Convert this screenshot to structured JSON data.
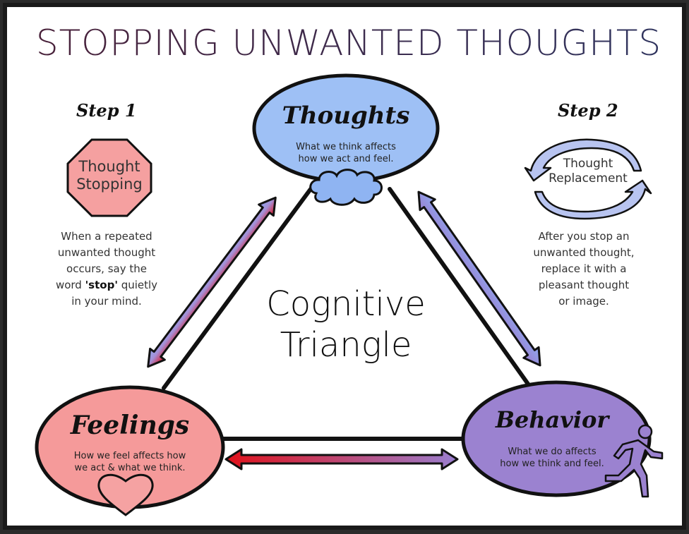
{
  "title": "STOPPING UNWANTED THOUGHTS",
  "step1": {
    "heading": "Step 1",
    "sign_line1": "Thought",
    "sign_line2": "Stopping",
    "text_line1": "When a repeated",
    "text_line2": "unwanted thought",
    "text_line3": "occurs, say the",
    "text_pre": "word ",
    "text_bold": "'stop'",
    "text_post": " quietly",
    "text_line5": "in your mind."
  },
  "step2": {
    "heading": "Step 2",
    "cycle_line1": "Thought",
    "cycle_line2": "Replacement",
    "text_line1": "After you stop an",
    "text_line2": "unwanted thought,",
    "text_line3": "replace it with a",
    "text_line4": "pleasant thought",
    "text_line5": "or image."
  },
  "center": {
    "line1": "Cognitive",
    "line2": "Triangle"
  },
  "thoughts": {
    "title": "Thoughts",
    "desc_line1": "What we think affects",
    "desc_line2": "how we act and feel."
  },
  "feelings": {
    "title": "Feelings",
    "desc_line1": "How we feel affects how",
    "desc_line2": "we act & what we think."
  },
  "behavior": {
    "title": "Behavior",
    "desc_line1": "What we do affects",
    "desc_line2": "how we think and feel."
  },
  "colors": {
    "thoughts_fill": "#9ec0f5",
    "feelings_fill": "#f59a9a",
    "behavior_fill": "#9b82d0",
    "arrow_red": "#e1121b",
    "arrow_blue": "#8fa8ef",
    "arrow_purple": "#9a7fd0"
  }
}
